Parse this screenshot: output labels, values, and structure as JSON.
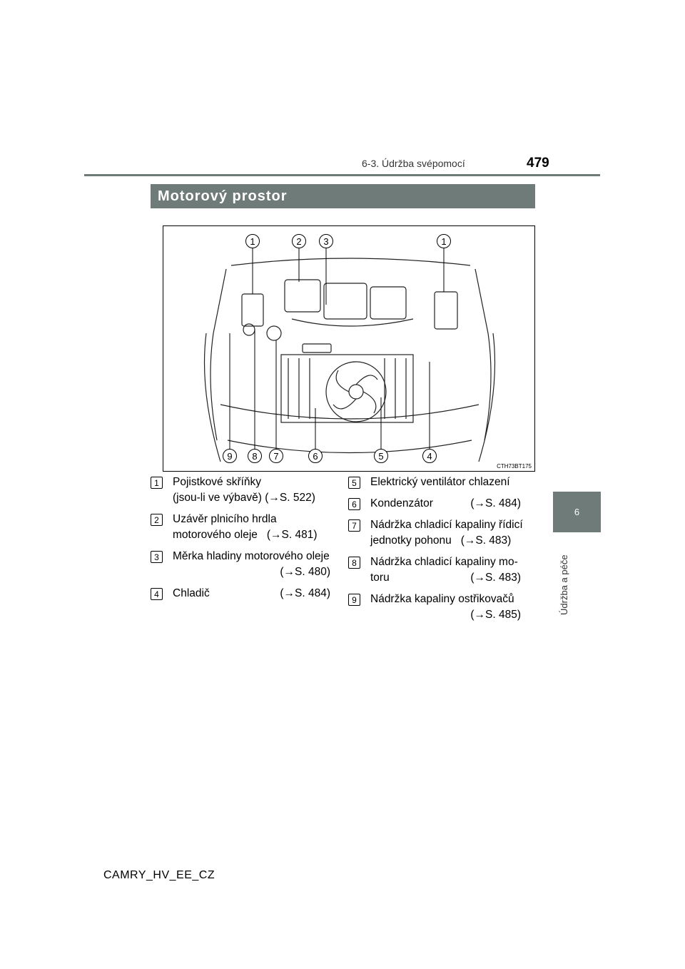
{
  "header": {
    "section": "6-3. Údržba svépomocí",
    "page_number": "479"
  },
  "side": {
    "chapter_number": "6",
    "chapter_title": "Údržba a péče"
  },
  "title": "Motorový prostor",
  "figure": {
    "code": "CTH73BT175",
    "callouts_top": [
      "1",
      "2",
      "3",
      "1"
    ],
    "callouts_bottom": [
      "9",
      "8",
      "7",
      "6",
      "5",
      "4"
    ]
  },
  "legend_left": [
    {
      "num": "1",
      "line1": "Pojistkové skříňky",
      "line2": "(jsou-li ve výbavě)",
      "ref": "(→S. 522)"
    },
    {
      "num": "2",
      "line1": "Uzávěr plnicího hrdla",
      "line2": "motorového oleje",
      "ref": "(→S. 481)"
    },
    {
      "num": "3",
      "line1": "Měrka hladiny motorového oleje",
      "line2": "",
      "ref": "(→S. 480)"
    },
    {
      "num": "4",
      "line1": "Chladič",
      "line2": "",
      "ref": "(→S. 484)"
    }
  ],
  "legend_right": [
    {
      "num": "5",
      "line1": "Elektrický ventilátor chlazení",
      "line2": "",
      "ref": ""
    },
    {
      "num": "6",
      "line1": "Kondenzátor",
      "line2": "",
      "ref": "(→S. 484)"
    },
    {
      "num": "7",
      "line1": "Nádržka chladicí kapaliny řídicí",
      "line2": "jednotky pohonu",
      "ref": "(→S. 483)"
    },
    {
      "num": "8",
      "line1": "Nádržka chladicí kapaliny mo-",
      "line2": "toru",
      "ref": "(→S. 483)"
    },
    {
      "num": "9",
      "line1": "Nádržka kapaliny ostřikovačů",
      "line2": "",
      "ref": "(→S. 485)"
    }
  ],
  "footer": "CAMRY_HV_EE_CZ"
}
